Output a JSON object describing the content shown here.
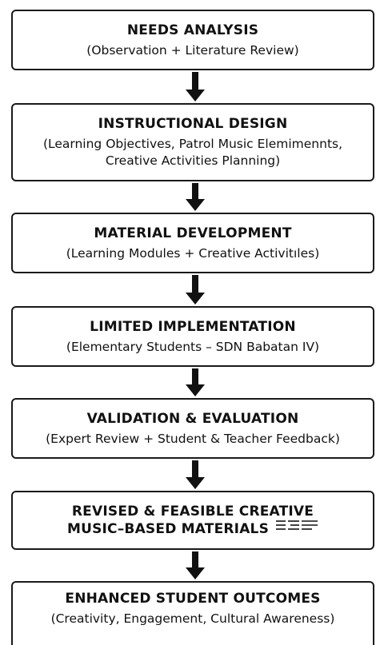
{
  "steps": [
    {
      "title": "NEEDS ANALYSIS",
      "detail": [
        "(Observation + Literature Review)"
      ]
    },
    {
      "title": "INSTRUCTIONAL DESIGN",
      "detail": [
        "(Learning Objectives, Patrol Music Elemimennts,",
        "Creative Activities Planning)"
      ]
    },
    {
      "title": "MATERIAL DEVELOPMENT",
      "detail": [
        "(Learning Modules + Creative Activitıles)"
      ]
    },
    {
      "title": "LIMITED IMPLEMENTATION",
      "detail": [
        "(Elementary Students – SDN Babatan IV)"
      ]
    },
    {
      "title": "VALIDATION & EVALUATION",
      "detail": [
        "(Expert Review + Student & Teacher Feedback)"
      ]
    },
    {
      "title": "REVISED & FEASIBLE CREATIVE",
      "title_line2": "MUSIC–BASED MATERIALS",
      "icon": "document-lines-icon"
    },
    {
      "title": "ENHANCED STUDENT OUTCOMES",
      "detail": [
        "(Creativity, Engagement, Cultural Awareness)"
      ]
    }
  ],
  "colors": {
    "border": "#1a1a1a",
    "arrow": "#111111",
    "text": "#111111",
    "background": "#ffffff"
  }
}
